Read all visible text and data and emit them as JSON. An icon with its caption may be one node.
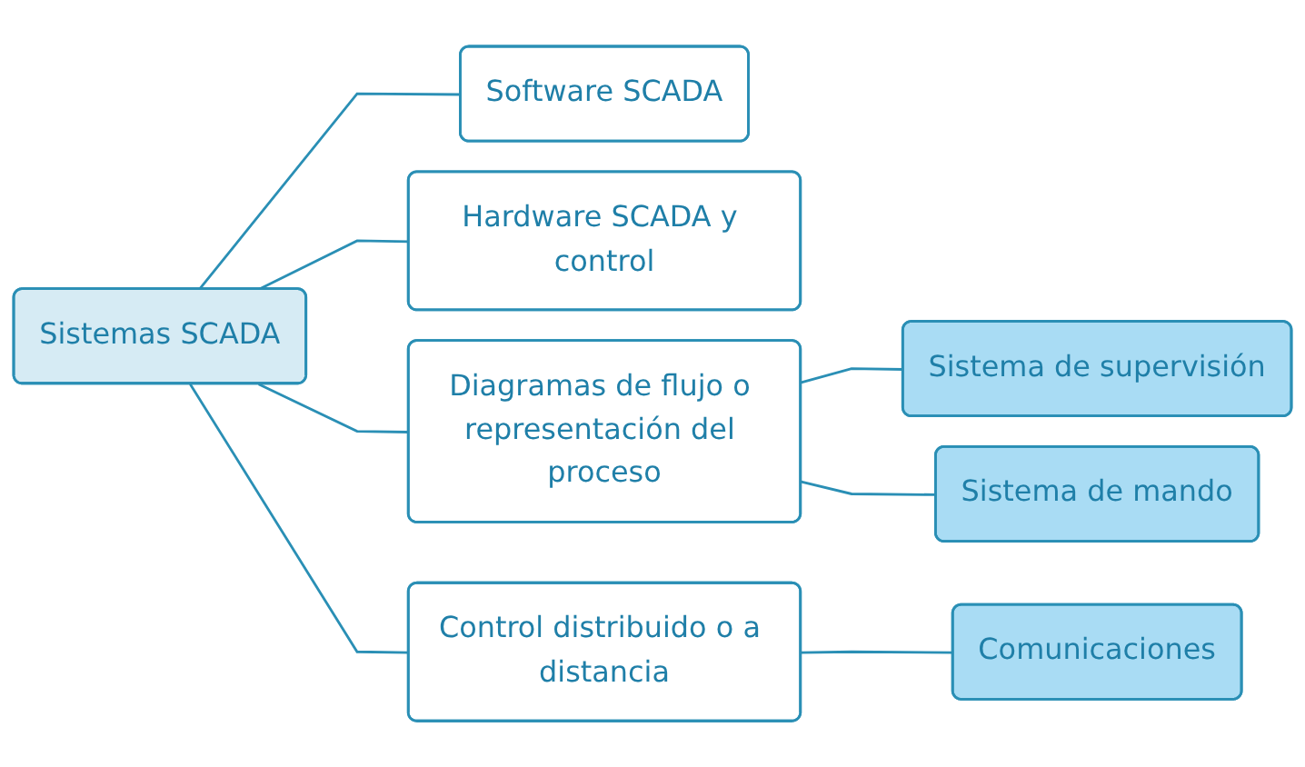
{
  "diagram": {
    "nodes": [
      {
        "text": [
          "Sistemas SCADA"
        ]
      },
      {
        "text": [
          "Software SCADA"
        ]
      },
      {
        "text": [
          "Hardware SCADA y control"
        ]
      },
      {
        "text": [
          "Diagramas de flujo o representación del proceso"
        ]
      },
      {
        "text": [
          "Control distribuido o a distancia"
        ]
      },
      {
        "text": [
          "Sistema de supervisión"
        ]
      },
      {
        "text": [
          "Sistema de mando"
        ]
      },
      {
        "text": [
          "Comunicaciones"
        ]
      }
    ],
    "edges": [
      {
        "from": 0,
        "to": 1,
        "arrow": "none"
      },
      {
        "from": 0,
        "to": 2,
        "arrow": "none"
      },
      {
        "from": 0,
        "to": 3,
        "arrow": "none"
      },
      {
        "from": 0,
        "to": 4,
        "arrow": "none"
      },
      {
        "from": 3,
        "to": 5,
        "arrow": "none"
      },
      {
        "from": 3,
        "to": 6,
        "arrow": "none"
      },
      {
        "from": 4,
        "to": 7,
        "arrow": "none"
      }
    ]
  }
}
